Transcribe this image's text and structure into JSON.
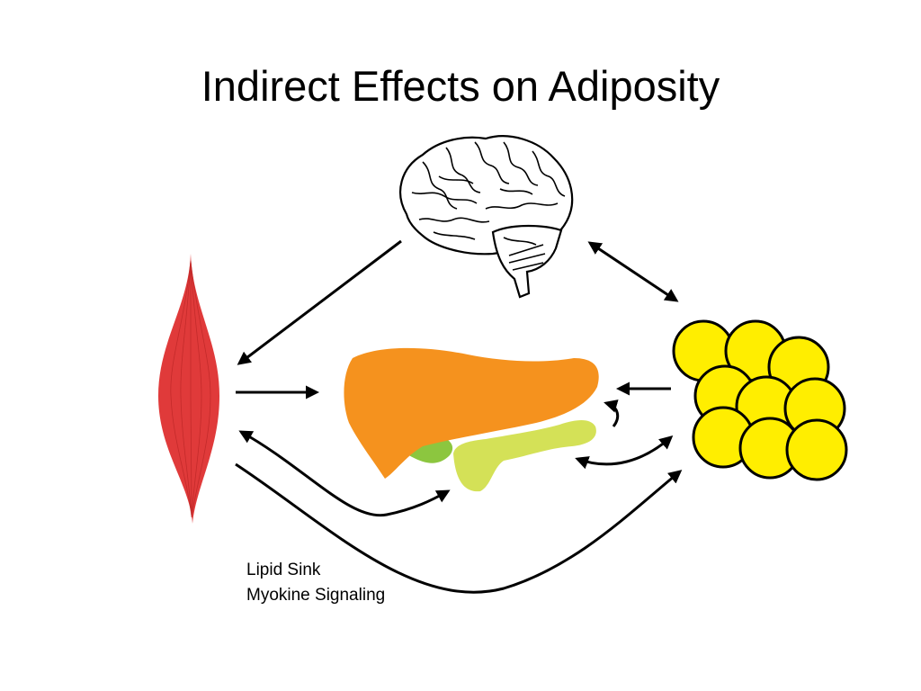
{
  "slide": {
    "title": "Indirect Effects on Adiposity"
  },
  "labels": {
    "line1": "Lipid Sink",
    "line2": "Myokine Signaling"
  },
  "colors": {
    "muscle": "#e03a3a",
    "liver": "#f5921e",
    "gallbladder": "#8cc63f",
    "pancreas": "#d4e157",
    "fat_cells": "#ffee00",
    "arrows": "#000000"
  },
  "icons": {
    "brain": "brain-icon",
    "muscle": "muscle-icon",
    "liver": "liver-icon",
    "fat": "fat-cells-icon"
  }
}
